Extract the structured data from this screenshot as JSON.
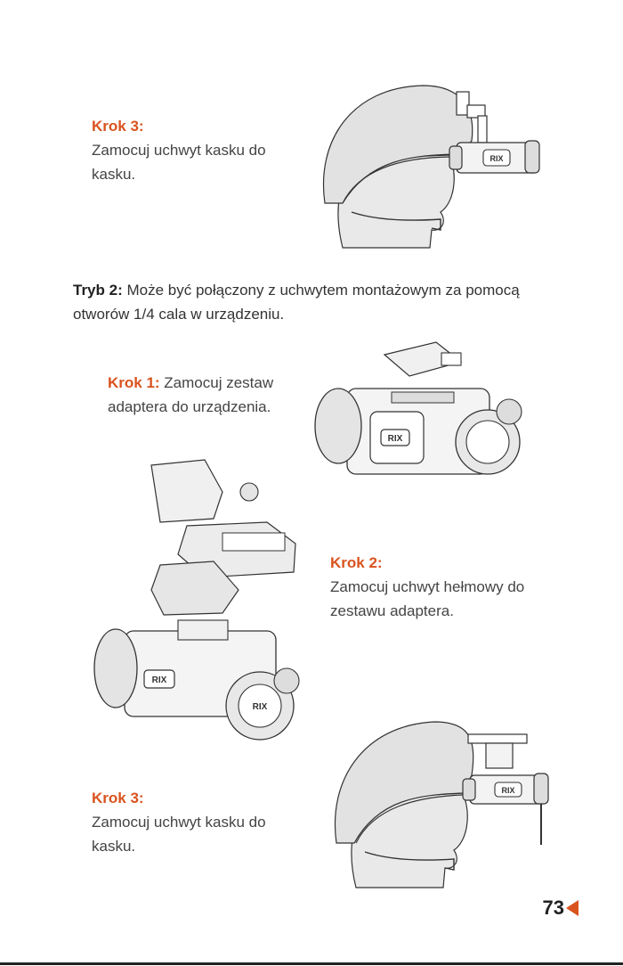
{
  "step3_top": {
    "label": "Krok 3:",
    "text_line1": "Zamocuj uchwyt kasku do",
    "text_line2": "kasku."
  },
  "mode2": {
    "lead": "Tryb 2:",
    "text_line1": " Może być połączony z uchwytem montażowym za pomocą",
    "text_line2": "otworów 1/4 cala w urządzeniu."
  },
  "step1": {
    "label": "Krok 1:",
    "text_line1": " Zamocuj zestaw",
    "text_line2": "adaptera do urządzenia."
  },
  "step2": {
    "label": "Krok 2:",
    "text_line1": "Zamocuj uchwyt hełmowy do",
    "text_line2": "zestawu adaptera."
  },
  "step3_bottom": {
    "label": "Krok 3:",
    "text_line1": "Zamocuj uchwyt kasku do",
    "text_line2": "kasku."
  },
  "device_logo": "RIX",
  "page_number": "73",
  "colors": {
    "accent": "#d9531e",
    "text": "#444444",
    "illustration_fill": "#e6e6e6",
    "illustration_stroke": "#333333"
  }
}
